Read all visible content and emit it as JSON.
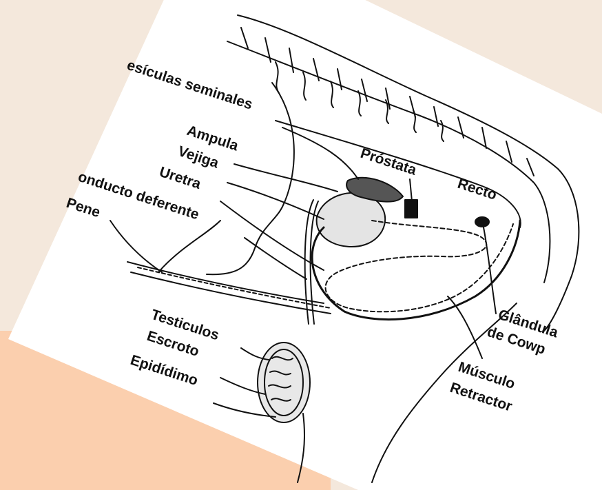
{
  "diagram": {
    "labels": {
      "vesiculas": "esículas seminales",
      "ampula": "Ampula",
      "vejiga": "Vejiga",
      "uretra": "Uretra",
      "conducto": "onducto deferente",
      "pene": "Pene",
      "testiculos": "Testiculos",
      "escroto": "Escroto",
      "epididimo": "Epidídimo",
      "prostata": "Próstata",
      "recto": "Recto",
      "glandula": "Glândula",
      "cowper": "de Cowp",
      "musculo": "Músculo",
      "retractor": "Retractor"
    }
  }
}
